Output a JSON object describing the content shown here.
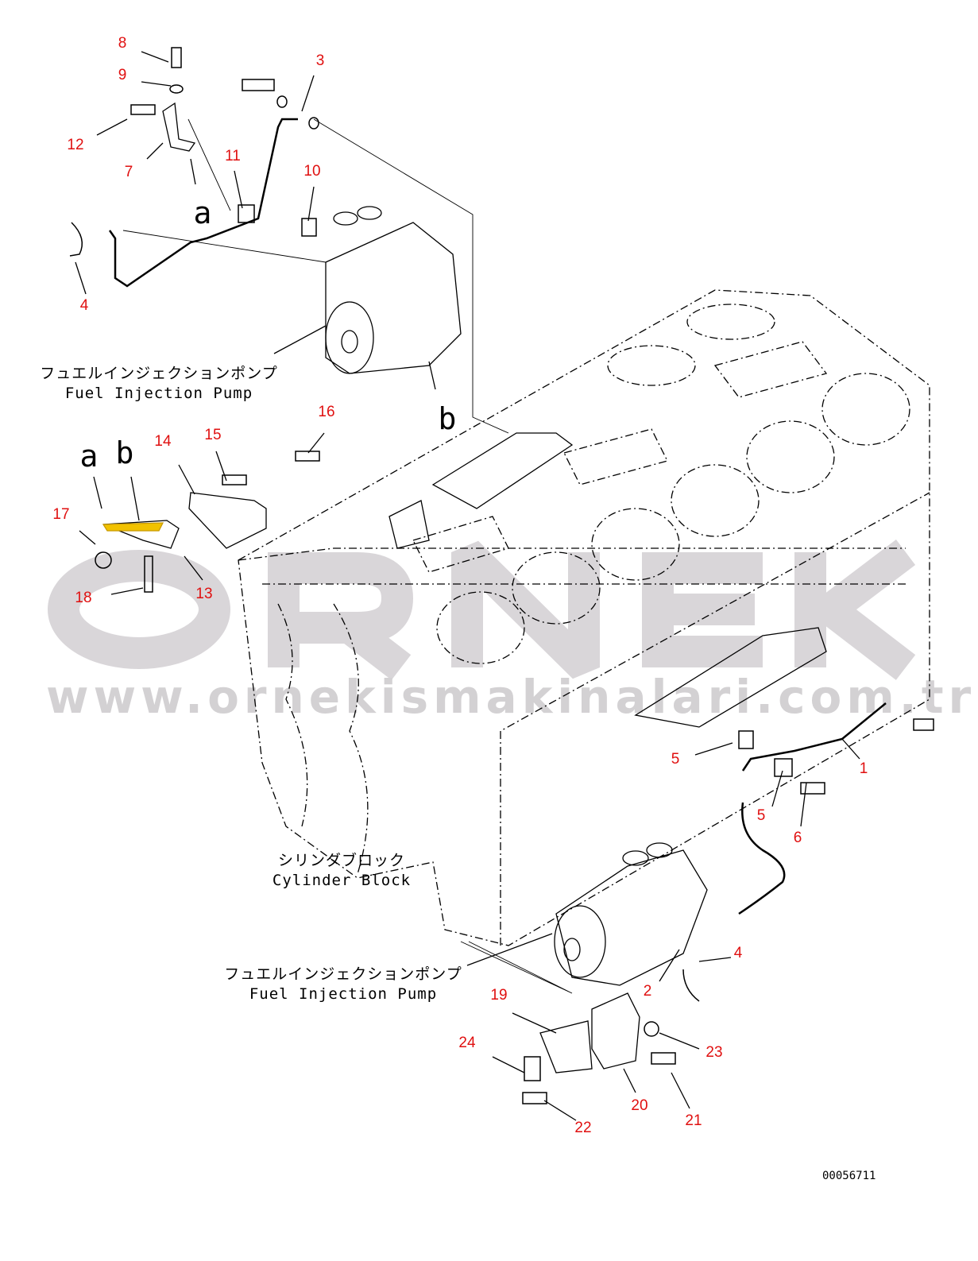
{
  "watermark": {
    "brand": "ORNEK",
    "url": "www.ornekismakinalari.com.tr"
  },
  "captions": {
    "pump_top": {
      "jp": "フュエルインジェクションポンプ",
      "en": "Fuel Injection Pump"
    },
    "block": {
      "jp": "シリンダブロック",
      "en": "Cylinder Block"
    },
    "pump_bottom": {
      "jp": "フュエルインジェクションポンプ",
      "en": "Fuel Injection Pump"
    }
  },
  "view_letters": {
    "a1": "a",
    "b1": "b",
    "a2": "a",
    "b2": "b"
  },
  "callouts": [
    "8",
    "9",
    "3",
    "12",
    "7",
    "11",
    "10",
    "4",
    "16",
    "15",
    "14",
    "17",
    "13",
    "18",
    "5",
    "1",
    "5",
    "6",
    "4",
    "2",
    "19",
    "24",
    "23",
    "20",
    "21",
    "22"
  ],
  "drawing_code": "00056711",
  "colors": {
    "callout": "#e01010",
    "watermark": "#d9d6d9",
    "highlight": "#f2c200"
  }
}
